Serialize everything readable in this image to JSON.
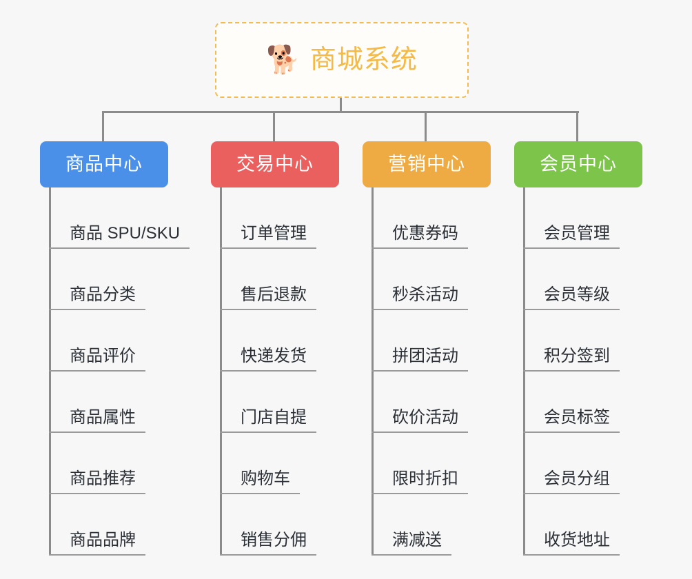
{
  "canvas": {
    "background": "#f7f7f7",
    "connector_color": "#8b8b8b"
  },
  "root": {
    "icon": "dog-face-emoji",
    "emoji": "🐕",
    "title": "商城系统",
    "title_color": "#f5b945",
    "border_color": "#f2bc52",
    "border_style": "dashed"
  },
  "columns": [
    {
      "id": "product-center",
      "header": "商品中心",
      "color": "#4a90e8",
      "items": [
        "商品 SPU/SKU",
        "商品分类",
        "商品评价",
        "商品属性",
        "商品推荐",
        "商品品牌"
      ]
    },
    {
      "id": "trade-center",
      "header": "交易中心",
      "color": "#e9605e",
      "items": [
        "订单管理",
        "售后退款",
        "快递发货",
        "门店自提",
        "购物车",
        "销售分佣"
      ]
    },
    {
      "id": "marketing-center",
      "header": "营销中心",
      "color": "#eeab44",
      "items": [
        "优惠券码",
        "秒杀活动",
        "拼团活动",
        "砍价活动",
        "限时折扣",
        "满减送"
      ]
    },
    {
      "id": "member-center",
      "header": "会员中心",
      "color": "#7cc44a",
      "items": [
        "会员管理",
        "会员等级",
        "积分签到",
        "会员标签",
        "会员分组",
        "收货地址"
      ]
    }
  ]
}
